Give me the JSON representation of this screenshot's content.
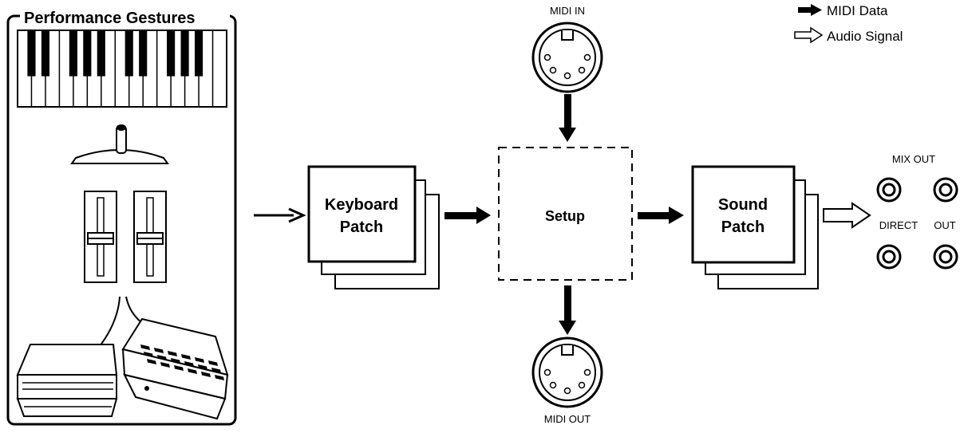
{
  "title": "Performance Gestures",
  "legend": {
    "midi_data": "MIDI Data",
    "audio_signal": "Audio Signal"
  },
  "blocks": {
    "keyboard_patch": [
      "Keyboard",
      "Patch"
    ],
    "setup": "Setup",
    "sound_patch": [
      "Sound",
      "Patch"
    ]
  },
  "ports": {
    "midi_in": "MIDI IN",
    "midi_out": "MIDI OUT",
    "mix_out": "MIX OUT",
    "direct_out": [
      "DIRECT",
      "OUT"
    ]
  },
  "gesture_devices": [
    "keyboard-icon",
    "pitch-bender-icon",
    "slider-icon",
    "foot-pedal-icon",
    "pedal-board-icon"
  ],
  "colors": {
    "ink": "#000000",
    "paper": "#ffffff"
  }
}
